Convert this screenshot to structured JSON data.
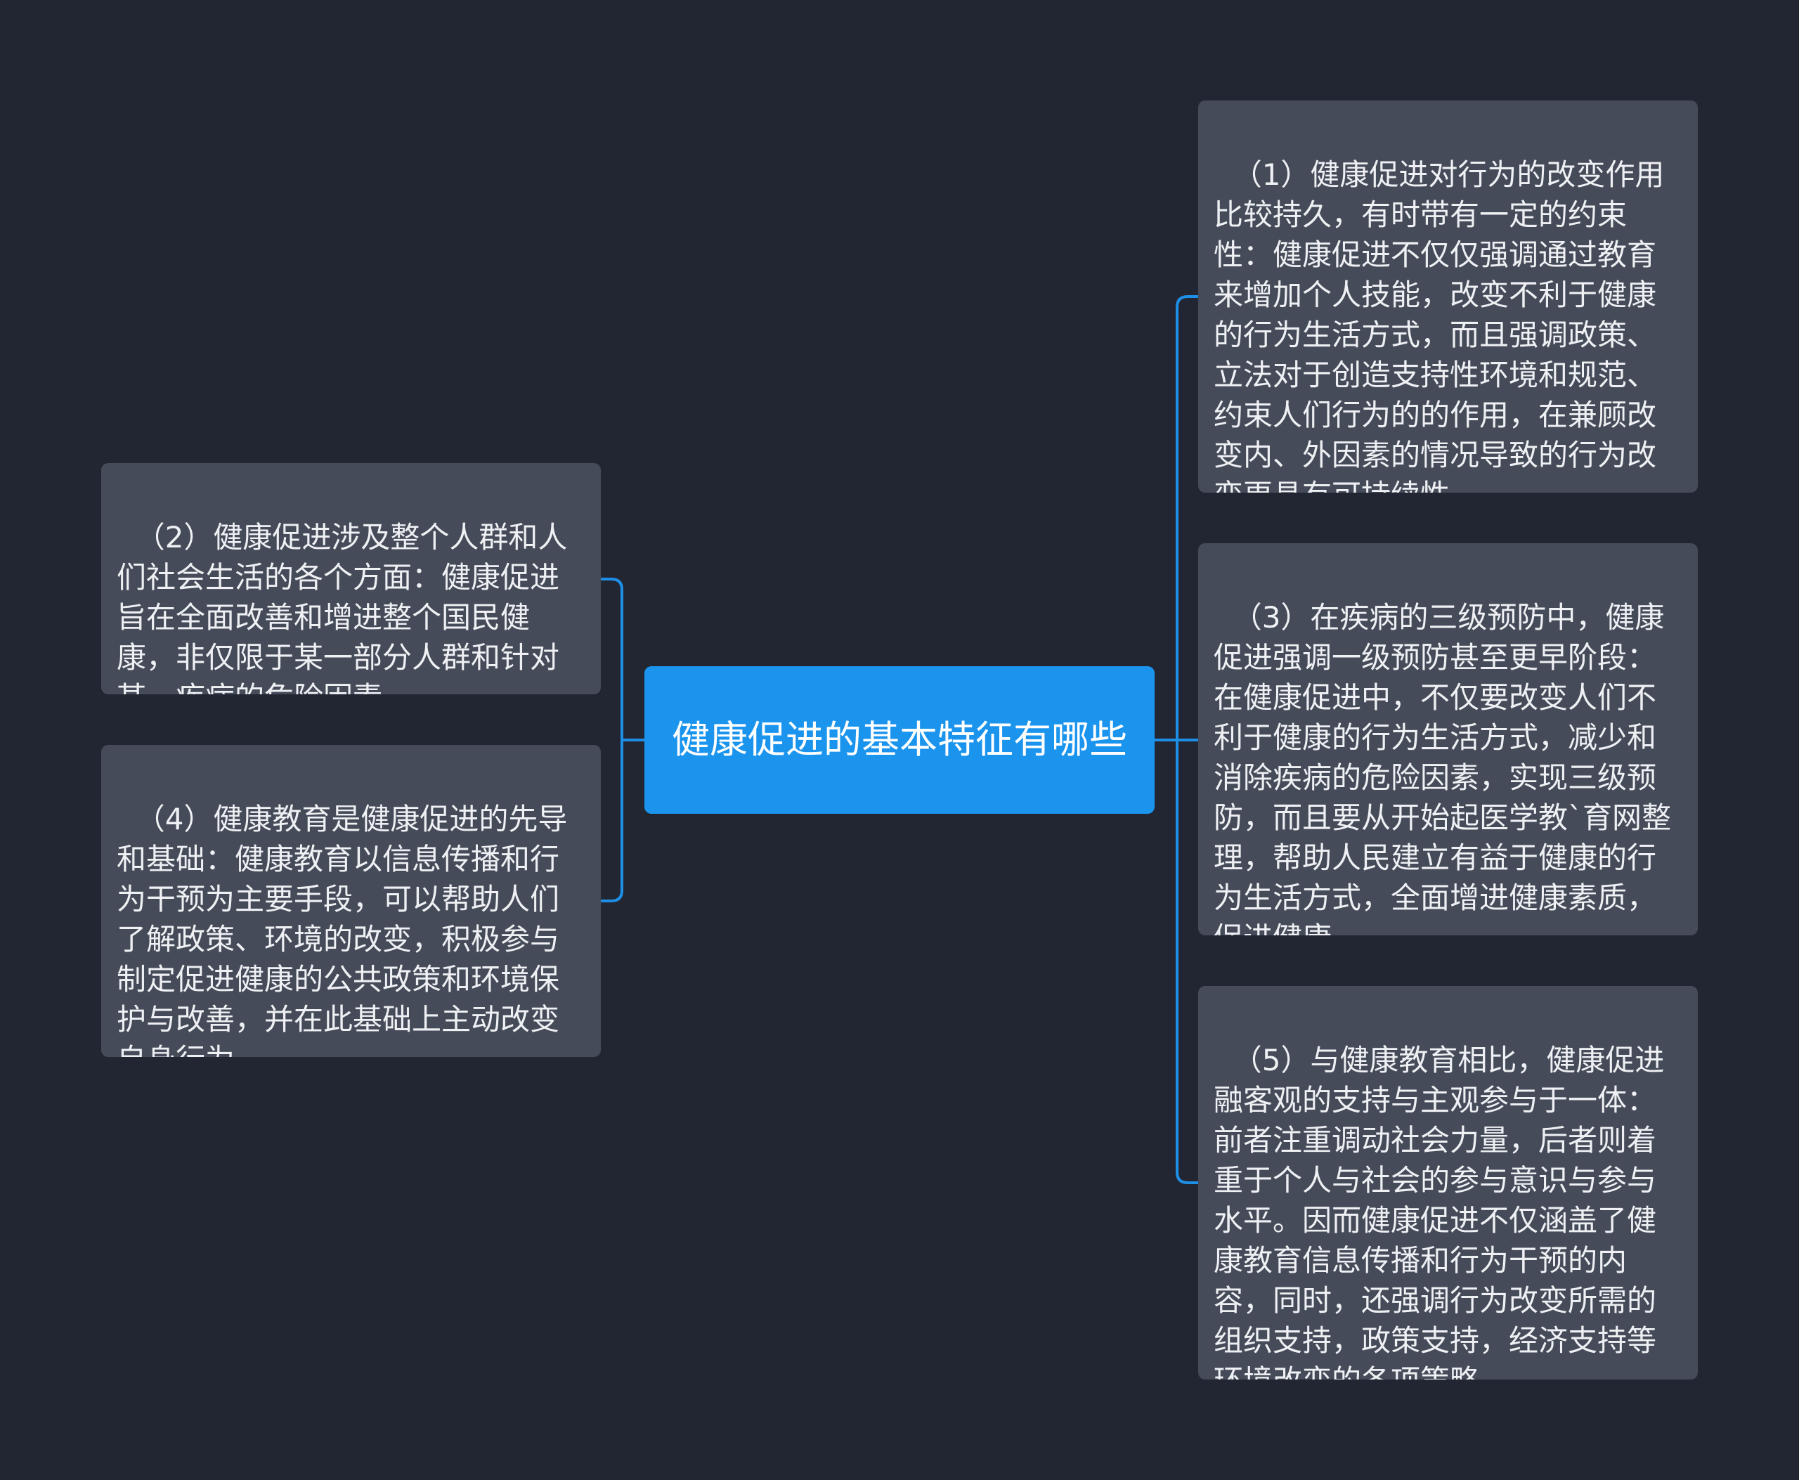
{
  "diagram": {
    "root": {
      "text": "健康促进的基本特征有哪些"
    },
    "right_nodes": [
      {
        "text": "（1）健康促进对行为的改变作用比较持久，有时带有一定的约束性：健康促进不仅仅强调通过教育来增加个人技能，改变不利于健康的行为生活方式，而且强调政策、立法对于创造支持性环境和规范、约束人们行为的的作用，在兼顾改变内、外因素的情况导致的行为改变更具有可持续性。"
      },
      {
        "text": "（3）在疾病的三级预防中，健康促进强调一级预防甚至更早阶段：在健康促进中，不仅要改变人们不利于健康的行为生活方式，减少和消除疾病的危险因素，实现三级预防，而且要从开始起医学教`育网整理，帮助人民建立有益于健康的行为生活方式，全面增进健康素质，促进健康。"
      },
      {
        "text": "（5）与健康教育相比，健康促进融客观的支持与主观参与于一体：前者注重调动社会力量，后者则着重于个人与社会的参与意识与参与水平。因而健康促进不仅涵盖了健康教育信息传播和行为干预的内容，同时，还强调行为改变所需的组织支持，政策支持，经济支持等环境改变的各项策略。"
      }
    ],
    "left_nodes": [
      {
        "text": "（2）健康促进涉及整个人群和人们社会生活的各个方面：健康促进旨在全面改善和增进整个国民健康，非仅限于某一部分人群和针对某一疾病的危险因素。"
      },
      {
        "text": "（4）健康教育是健康促进的先导和基础：健康教育以信息传播和行为干预为主要手段，可以帮助人们了解政策、环境的改变，积极参与制定促进健康的公共政策和环境保护与改善，并在此基础上主动改变自身行为。"
      }
    ]
  },
  "colors": {
    "background": "#222633",
    "node": "#454b59",
    "root": "#1b94ee",
    "connector": "#1e8fe6"
  }
}
